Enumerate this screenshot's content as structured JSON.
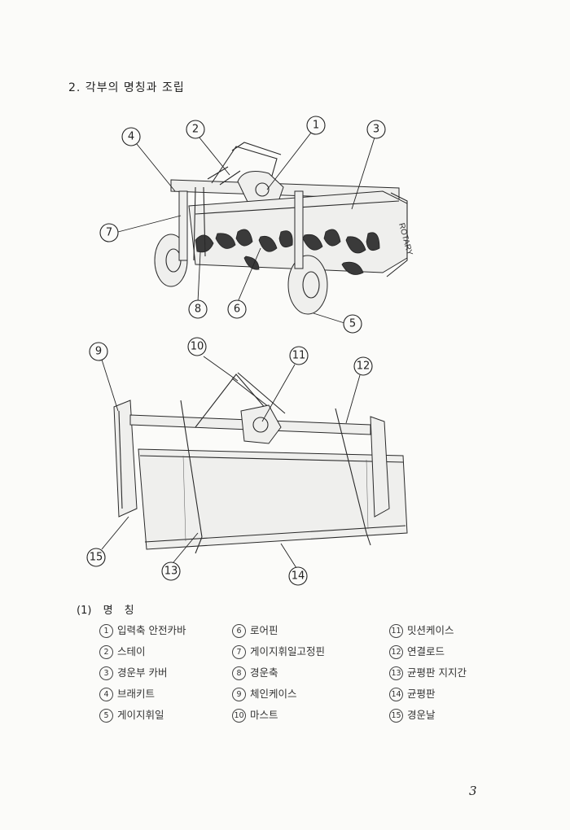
{
  "section_heading": "2. 각부의 명칭과 조립",
  "legend": {
    "label": "(1)",
    "title_a": "명",
    "title_b": "칭",
    "items": [
      {
        "num": "1",
        "text": "입력축 안전카바"
      },
      {
        "num": "2",
        "text": "스테이"
      },
      {
        "num": "3",
        "text": "경운부 카버"
      },
      {
        "num": "4",
        "text": "브래키트"
      },
      {
        "num": "5",
        "text": "게이지휘일"
      },
      {
        "num": "6",
        "text": "로어핀"
      },
      {
        "num": "7",
        "text": "게이지휘일고정핀"
      },
      {
        "num": "8",
        "text": "경운축"
      },
      {
        "num": "9",
        "text": "체인케이스"
      },
      {
        "num": "10",
        "text": "마스트"
      },
      {
        "num": "11",
        "text": "밋션케이스"
      },
      {
        "num": "12",
        "text": "연결로드"
      },
      {
        "num": "13",
        "text": "균평판 지지간"
      },
      {
        "num": "14",
        "text": "균평판"
      },
      {
        "num": "15",
        "text": "경운날"
      }
    ]
  },
  "figure1": {
    "cover_lettering": "ROTARY",
    "callouts": [
      "4",
      "2",
      "1",
      "3",
      "7",
      "8",
      "6",
      "5"
    ]
  },
  "figure2": {
    "callouts": [
      "9",
      "10",
      "11",
      "12",
      "15",
      "13",
      "14"
    ]
  },
  "page_number": "3"
}
